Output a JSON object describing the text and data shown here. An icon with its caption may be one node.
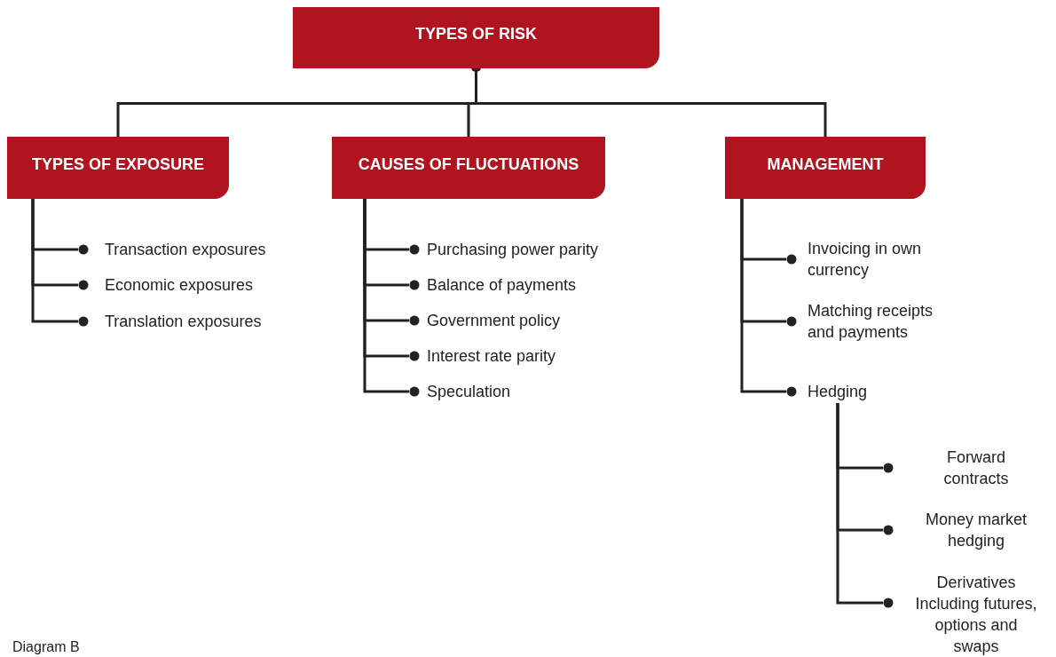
{
  "diagram": {
    "nodes": [
      {
        "text": [
          "TYPES OF RISK"
        ]
      },
      {
        "text": [
          "TYPES OF EXPOSURE"
        ]
      },
      {
        "text": [
          "CAUSES OF FLUCTUATIONS"
        ]
      },
      {
        "text": [
          "MANAGEMENT"
        ]
      },
      {
        "text": [
          "Transaction exposures"
        ]
      },
      {
        "text": [
          "Economic exposures"
        ]
      },
      {
        "text": [
          "Translation exposures"
        ]
      },
      {
        "text": [
          "Purchasing power parity"
        ]
      },
      {
        "text": [
          "Balance of payments"
        ]
      },
      {
        "text": [
          "Government policy"
        ]
      },
      {
        "text": [
          "Interest rate parity"
        ]
      },
      {
        "text": [
          "Speculation"
        ]
      },
      {
        "text": [
          "Invoicing in own currency"
        ]
      },
      {
        "text": [
          "Matching receipts and payments"
        ]
      },
      {
        "text": [
          "Hedging"
        ]
      },
      {
        "text": [
          "Forward contracts"
        ]
      },
      {
        "text": [
          "Money market hedging"
        ]
      },
      {
        "text": [
          "Derivatives Including futures, options and swaps"
        ]
      }
    ],
    "edges": [
      {
        "from": 0,
        "to": 1,
        "arrow": "other"
      },
      {
        "from": 0,
        "to": 2,
        "arrow": "other"
      },
      {
        "from": 0,
        "to": 3,
        "arrow": "other"
      },
      {
        "from": 1,
        "to": 4,
        "arrow": "other"
      },
      {
        "from": 1,
        "to": 5,
        "arrow": "other"
      },
      {
        "from": 1,
        "to": 6,
        "arrow": "other"
      },
      {
        "from": 2,
        "to": 7,
        "arrow": "other"
      },
      {
        "from": 2,
        "to": 8,
        "arrow": "other"
      },
      {
        "from": 2,
        "to": 9,
        "arrow": "other"
      },
      {
        "from": 2,
        "to": 10,
        "arrow": "other"
      },
      {
        "from": 2,
        "to": 11,
        "arrow": "other"
      },
      {
        "from": 3,
        "to": 12,
        "arrow": "other"
      },
      {
        "from": 3,
        "to": 13,
        "arrow": "other"
      },
      {
        "from": 3,
        "to": 14,
        "arrow": "other"
      },
      {
        "from": 14,
        "to": 15,
        "arrow": "other"
      },
      {
        "from": 14,
        "to": 16,
        "arrow": "other"
      },
      {
        "from": 14,
        "to": 17,
        "arrow": "other"
      }
    ],
    "labels": [
      "Diagram B"
    ]
  }
}
